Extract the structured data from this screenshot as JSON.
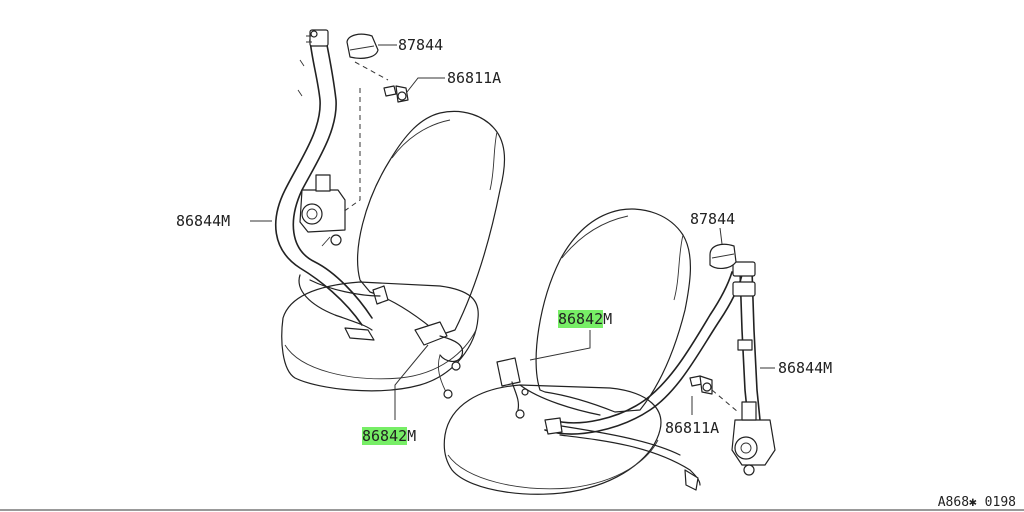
{
  "labels": {
    "top_left_retractor_cover": "87844",
    "top_left_bolt": "86811A",
    "left_belt": "86844M",
    "center_buckle_upper": {
      "highlighted": "86842",
      "suffix": "M"
    },
    "center_buckle_lower": {
      "highlighted": "86842",
      "suffix": "M"
    },
    "right_retractor_cover": "87844",
    "right_belt": "86844M",
    "right_bolt": "86811A"
  },
  "figure_code": "A868✱ 0198",
  "colors": {
    "highlight": "#77ee66",
    "line": "#222222"
  }
}
